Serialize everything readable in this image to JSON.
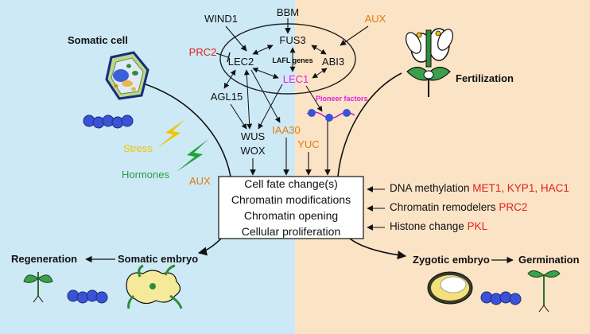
{
  "colors": {
    "left_bg": "#cde9f6",
    "right_bg": "#fbe3c6",
    "red": "#e0201b",
    "orange": "#e07b10",
    "magenta": "#e020e0",
    "yellow": "#f2c300",
    "green": "#22a23a",
    "chromatin": "#3a53d6"
  },
  "top_nodes": {
    "bbm": "BBM",
    "wind1": "WIND1",
    "aux": "AUX",
    "prc2": "PRC2"
  },
  "lafl": {
    "fus3": "FUS3",
    "lec2": "LEC2",
    "center_label": "LAFL genes",
    "abi3": "ABI3",
    "lec1": "LEC1"
  },
  "pioneer_label": "Pioneer factors",
  "mid_nodes": {
    "agl15": "AGL15",
    "wus": "WUS",
    "wox": "WOX",
    "iaa30": "IAA30",
    "yuc": "YUC"
  },
  "left_side": {
    "somatic_cell": "Somatic cell",
    "stress": "Stress",
    "hormones": "Hormones",
    "aux": "AUX",
    "regeneration": "Regeneration",
    "somatic_embryo": "Somatic embryo"
  },
  "right_side": {
    "fertilization": "Fertilization",
    "zygotic_embryo": "Zygotic embryo",
    "germination": "Germination"
  },
  "center_box": {
    "lines": [
      "Cell fate change(s)",
      "Chromatin modifications",
      "Chromatin opening",
      "Cellular proliferation"
    ]
  },
  "right_inputs": [
    {
      "label": "DNA methylation",
      "genes": "MET1, KYP1, HAC1"
    },
    {
      "label": "Chromatin remodelers",
      "genes": "PRC2"
    },
    {
      "label": "Histone change",
      "genes": "PKL"
    }
  ]
}
